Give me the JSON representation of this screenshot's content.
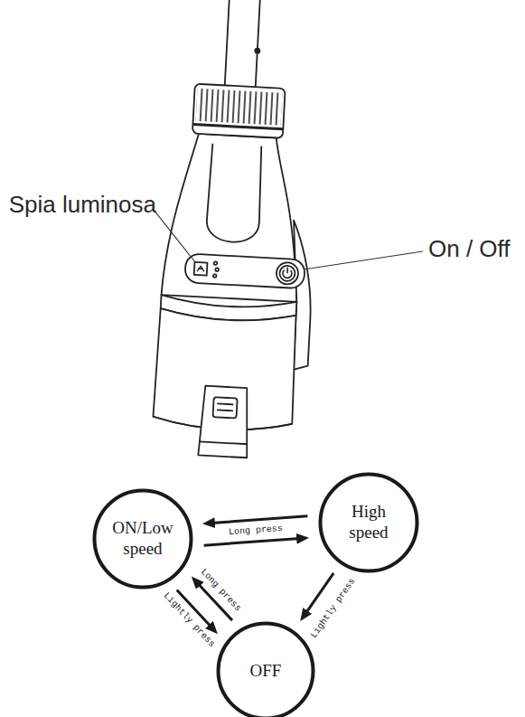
{
  "diagram": {
    "nodes": [
      {
        "text": [
          "ON/Low speed"
        ]
      },
      {
        "text": [
          "High speed"
        ]
      },
      {
        "text": [
          "OFF"
        ]
      }
    ],
    "edges": [
      {
        "from": 1,
        "to": 0,
        "arrow": "to"
      },
      {
        "from": 0,
        "to": 1,
        "label": "Long press",
        "arrow": "to"
      },
      {
        "from": 1,
        "to": 2,
        "label": "Lightly press",
        "arrow": "to"
      },
      {
        "from": 0,
        "to": 2,
        "label": "Lightly press",
        "arrow": "to"
      },
      {
        "from": 2,
        "to": 0,
        "label": "Long press",
        "arrow": "to"
      }
    ],
    "labels": [
      "Spia luminosa",
      "On / Off"
    ]
  }
}
